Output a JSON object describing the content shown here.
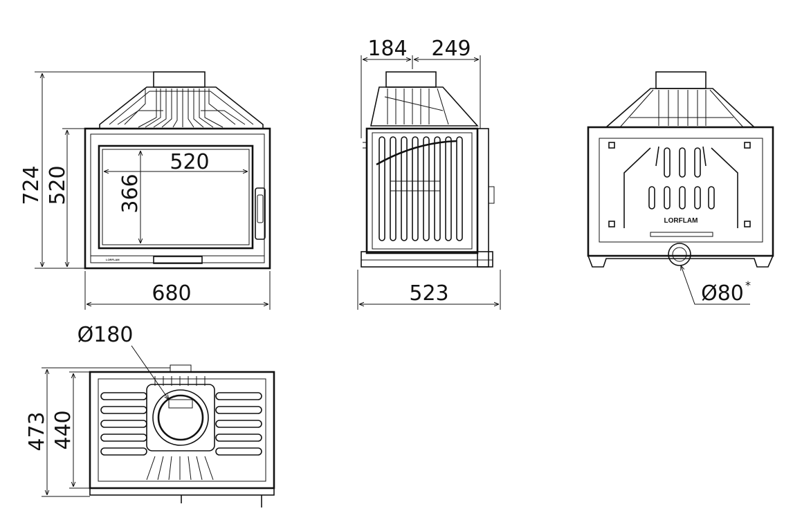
{
  "dimensions": {
    "front_height_total": "724",
    "front_height_body": "520",
    "front_glass_width": "520",
    "front_glass_height": "366",
    "front_width": "680",
    "side_top_left": "184",
    "side_top_right": "249",
    "side_depth": "523",
    "rear_outlet": "Ø80",
    "rear_outlet_note": "*",
    "top_flue": "Ø180",
    "top_depth_total": "473",
    "top_depth_body": "440"
  },
  "labels": {
    "brand_front": "LORFLAM",
    "brand_rear": "LORFLAM"
  }
}
